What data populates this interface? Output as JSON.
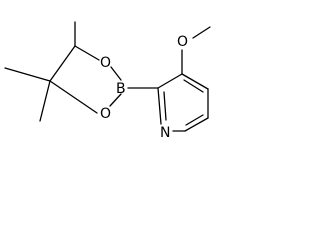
{
  "molecule": {
    "atoms": {
      "o_methoxy": "O",
      "o_ring_upper": "O",
      "o_ring_lower": "O",
      "boron": "B",
      "n_pyridine": "N"
    }
  }
}
